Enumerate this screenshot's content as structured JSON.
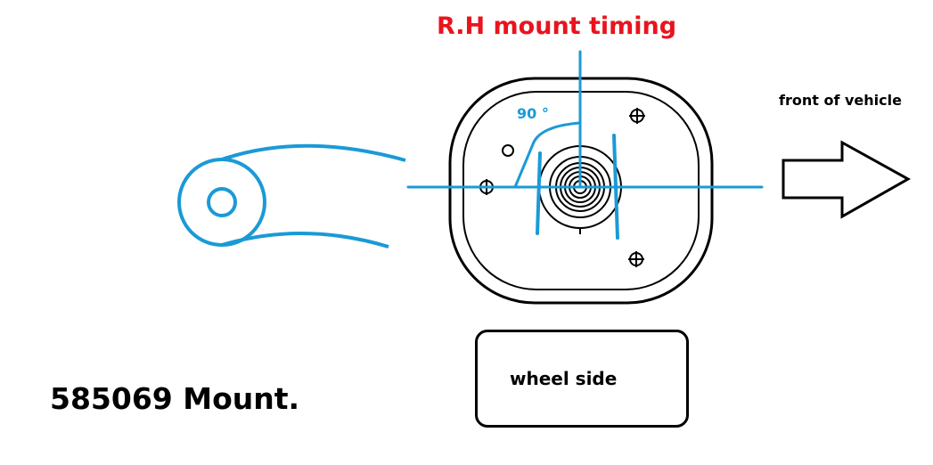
{
  "title": "R.H mount timing",
  "direction_label": "front of vehicle",
  "angle_label": "90 °",
  "wheel_side_label": "wheel side",
  "part_label": "585069 Mount.",
  "colors": {
    "title": "#e8141e",
    "accent": "#1a9ad6",
    "outline": "#000000"
  }
}
